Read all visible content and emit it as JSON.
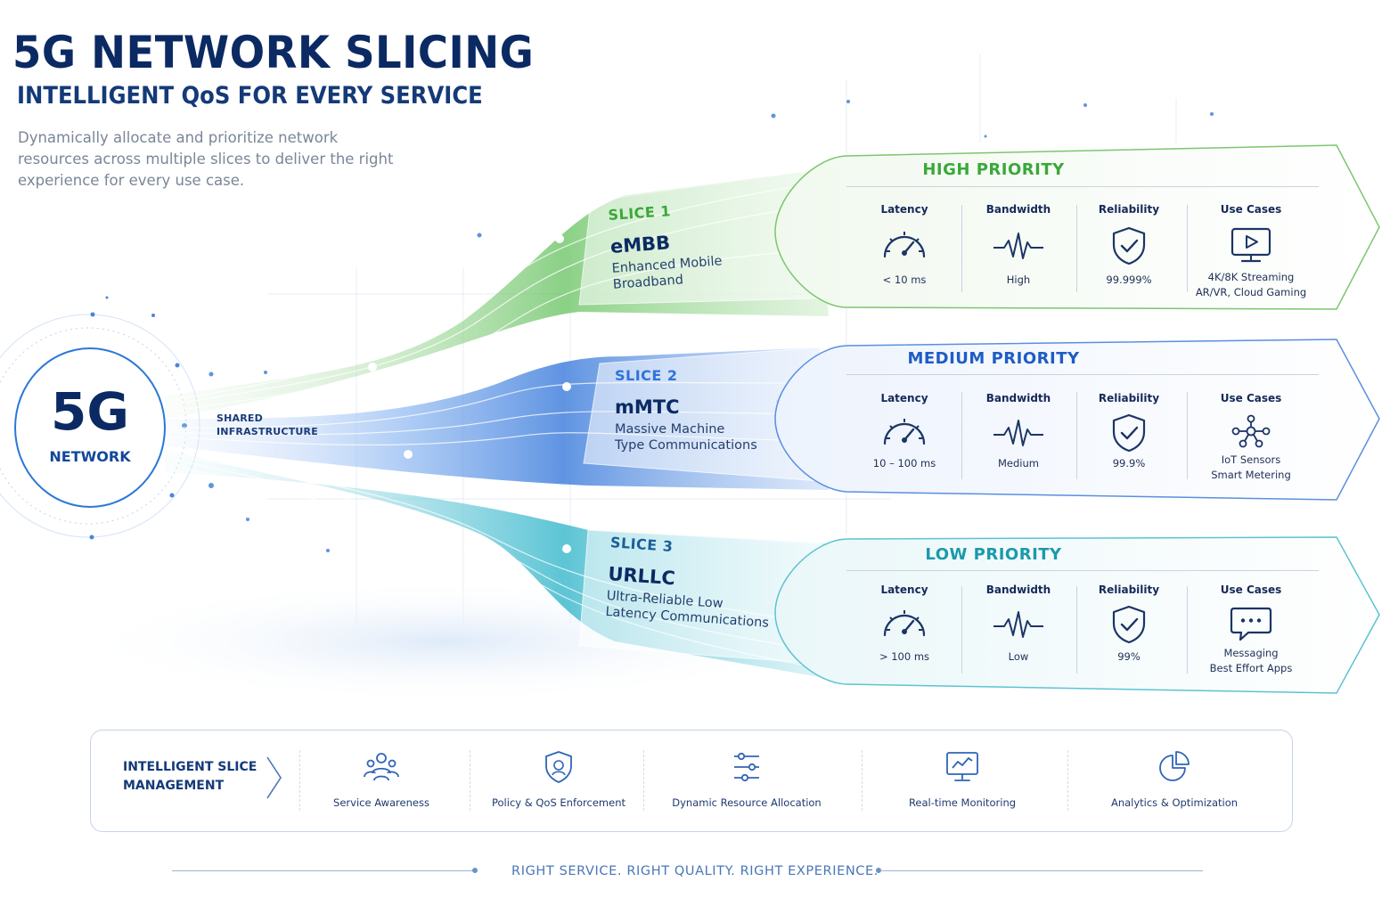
{
  "header": {
    "title": "5G NETWORK SLICING",
    "subtitle": "INTELLIGENT QoS FOR EVERY SERVICE",
    "intro": "Dynamically allocate and prioritize network resources across multiple slices to deliver the right experience for every use case."
  },
  "hub": {
    "big": "5G",
    "label": "NETWORK",
    "shared_line1": "SHARED",
    "shared_line2": "INFRASTRUCTURE"
  },
  "metric_headers": {
    "latency": "Latency",
    "bandwidth": "Bandwidth",
    "reliability": "Reliability",
    "use_cases": "Use Cases"
  },
  "slices": [
    {
      "number": "SLICE 1",
      "name": "eMBB",
      "desc_line1": "Enhanced Mobile",
      "desc_line2": "Broadband",
      "priority": "HIGH PRIORITY",
      "latency": "< 10 ms",
      "bandwidth": "High",
      "reliability": "99.999%",
      "use_case_line1": "4K/8K Streaming",
      "use_case_line2": "AR/VR, Cloud Gaming",
      "use_case_icon": "play-screen-icon"
    },
    {
      "number": "SLICE 2",
      "name": "mMTC",
      "desc_line1": "Massive Machine",
      "desc_line2": "Type Communications",
      "priority": "MEDIUM PRIORITY",
      "latency": "10 – 100 ms",
      "bandwidth": "Medium",
      "reliability": "99.9%",
      "use_case_line1": "IoT Sensors",
      "use_case_line2": "Smart Metering",
      "use_case_icon": "iot-network-icon"
    },
    {
      "number": "SLICE 3",
      "name": "URLLC",
      "desc_line1": "Ultra-Reliable Low",
      "desc_line2": "Latency Communications",
      "priority": "LOW PRIORITY",
      "latency": "> 100 ms",
      "bandwidth": "Low",
      "reliability": "99%",
      "use_case_line1": "Messaging",
      "use_case_line2": "Best Effort Apps",
      "use_case_icon": "chat-bubble-icon"
    }
  ],
  "management": {
    "title_line1": "INTELLIGENT SLICE",
    "title_line2": "MANAGEMENT",
    "items": [
      {
        "label": "Service Awareness",
        "icon": "users-icon"
      },
      {
        "label": "Policy & QoS Enforcement",
        "icon": "shield-icon"
      },
      {
        "label": "Dynamic Resource Allocation",
        "icon": "sliders-icon"
      },
      {
        "label": "Real-time Monitoring",
        "icon": "monitor-chart-icon"
      },
      {
        "label": "Analytics & Optimization",
        "icon": "pie-chart-icon"
      }
    ]
  },
  "tagline": "RIGHT SERVICE. RIGHT QUALITY. RIGHT EXPERIENCE.",
  "colors": {
    "navy": "#0b2a63",
    "green": "#3aa83a",
    "blue": "#2f73d9",
    "teal": "#1aa5b8"
  }
}
